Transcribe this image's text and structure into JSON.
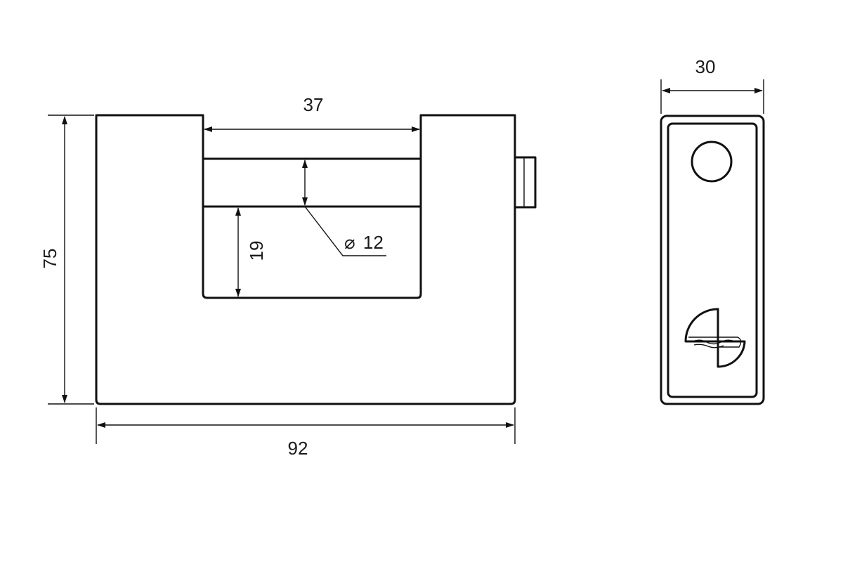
{
  "drawing": {
    "dimensions": {
      "overall_width": "92",
      "overall_height": "75",
      "shackle_gap": "37",
      "shackle_opening": "19",
      "shackle_diameter_symbol": "⌀",
      "shackle_diameter": "12",
      "side_depth": "30"
    },
    "colors": {
      "line": "#111111",
      "background": "#ffffff"
    }
  }
}
